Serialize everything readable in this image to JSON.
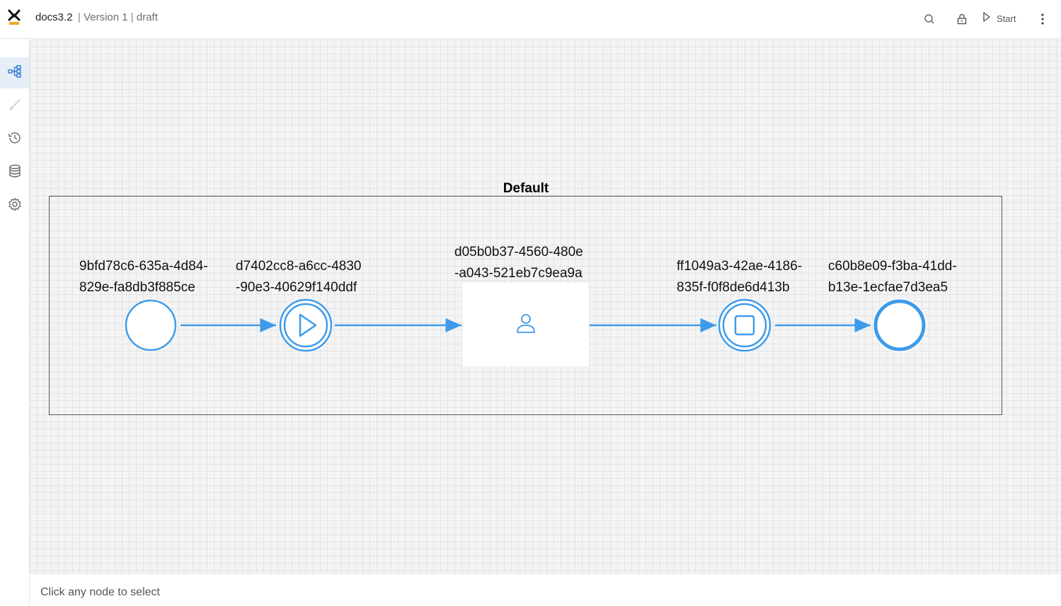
{
  "header": {
    "app_name": "docs3.2",
    "separator": "|",
    "version_label": "Version 1",
    "status_label": "draft",
    "start_label": "Start",
    "icons": [
      "logo-x-icon",
      "search-icon",
      "lock-icon",
      "play-icon",
      "more-vertical-icon"
    ]
  },
  "sidebar": {
    "items": [
      {
        "name": "process-tree-icon",
        "active": true
      },
      {
        "name": "brush-icon",
        "active": false
      },
      {
        "name": "history-icon",
        "active": false
      },
      {
        "name": "database-icon",
        "active": false
      },
      {
        "name": "settings-icon",
        "active": false
      }
    ]
  },
  "diagram": {
    "pool_title": "Default",
    "nodes": [
      {
        "type": "start-event",
        "label_line1": "9bfd78c6-635a-4d84-",
        "label_line2": "829e-fa8db3f885ce"
      },
      {
        "type": "intermediate-event-play",
        "label_line1": "d7402cc8-a6cc-4830",
        "label_line2": "-90e3-40629f140ddf"
      },
      {
        "type": "user-task",
        "label_line1": "d05b0b37-4560-480e",
        "label_line2": "-a043-521eb7c9ea9a"
      },
      {
        "type": "intermediate-event-stop",
        "label_line1": "ff1049a3-42ae-4186-",
        "label_line2": "835f-f0f8de6d413b"
      },
      {
        "type": "end-event",
        "label_line1": "c60b8e09-f3ba-41dd-",
        "label_line2": "b13e-1ecfae7d3ea5"
      }
    ],
    "colors": {
      "flow": "#3d9be9",
      "pool_border": "#555555",
      "accent": "#f5a623"
    }
  },
  "status": {
    "text": "Click any node to select"
  }
}
